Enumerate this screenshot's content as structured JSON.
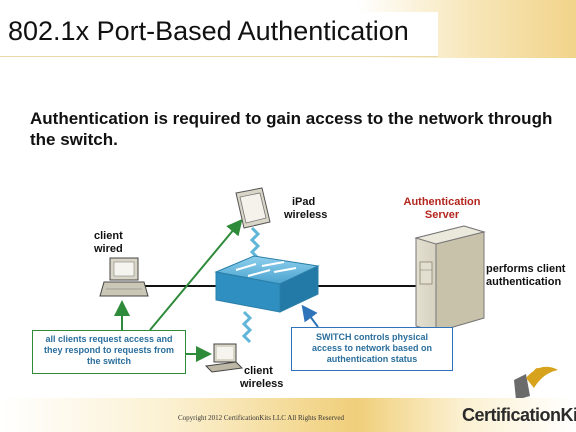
{
  "title": "802.1x Port-Based Authentication",
  "heading": "Authentication is required to gain access to the network through the switch.",
  "labels": {
    "ipad_line1": "iPad",
    "ipad_line2": "wireless",
    "client_wired_line1": "client",
    "client_wired_line2": "wired",
    "auth_server_line1": "Authentication",
    "auth_server_line2": "Server",
    "performs_line1": "performs client",
    "performs_line2": "authentication",
    "client_wireless_line1": "client",
    "client_wireless_line2": "wireless"
  },
  "notes": {
    "clients_line1": "all clients request access and",
    "clients_line2": "they respond to requests from",
    "clients_line3": "the switch",
    "switch_line1": "SWITCH controls physical",
    "switch_line2": "access to network based on",
    "switch_line3": "authentication status"
  },
  "footer": {
    "copyright": "Copyright 2012 CertificationKits LLC  All Rights Reserved",
    "brand": "CertificationKits"
  },
  "colors": {
    "accent_red": "#b3261e",
    "note_blue": "#2a6e9c",
    "arrow_green": "#2e8b3a",
    "switch_blue": "#4aa3cf",
    "server_tan": "#cfc9b6"
  }
}
